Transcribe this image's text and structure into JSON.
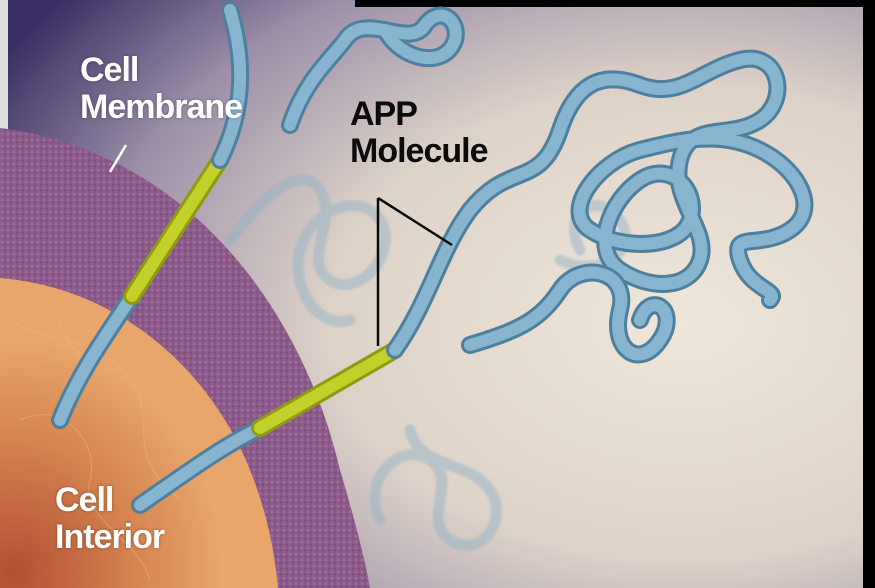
{
  "labels": {
    "cell_membrane": [
      "Cell",
      "Membrane"
    ],
    "app_molecule": [
      "APP",
      "Molecule"
    ],
    "cell_interior": [
      "Cell",
      "Interior"
    ]
  },
  "colors": {
    "background_light": "#e9e1d6",
    "background_dark": "#3a2e63",
    "membrane": "#8e5a8e",
    "interior": "#d68650",
    "molecule": "#6fa0bd",
    "transmembrane_segment": "#b6c421"
  }
}
